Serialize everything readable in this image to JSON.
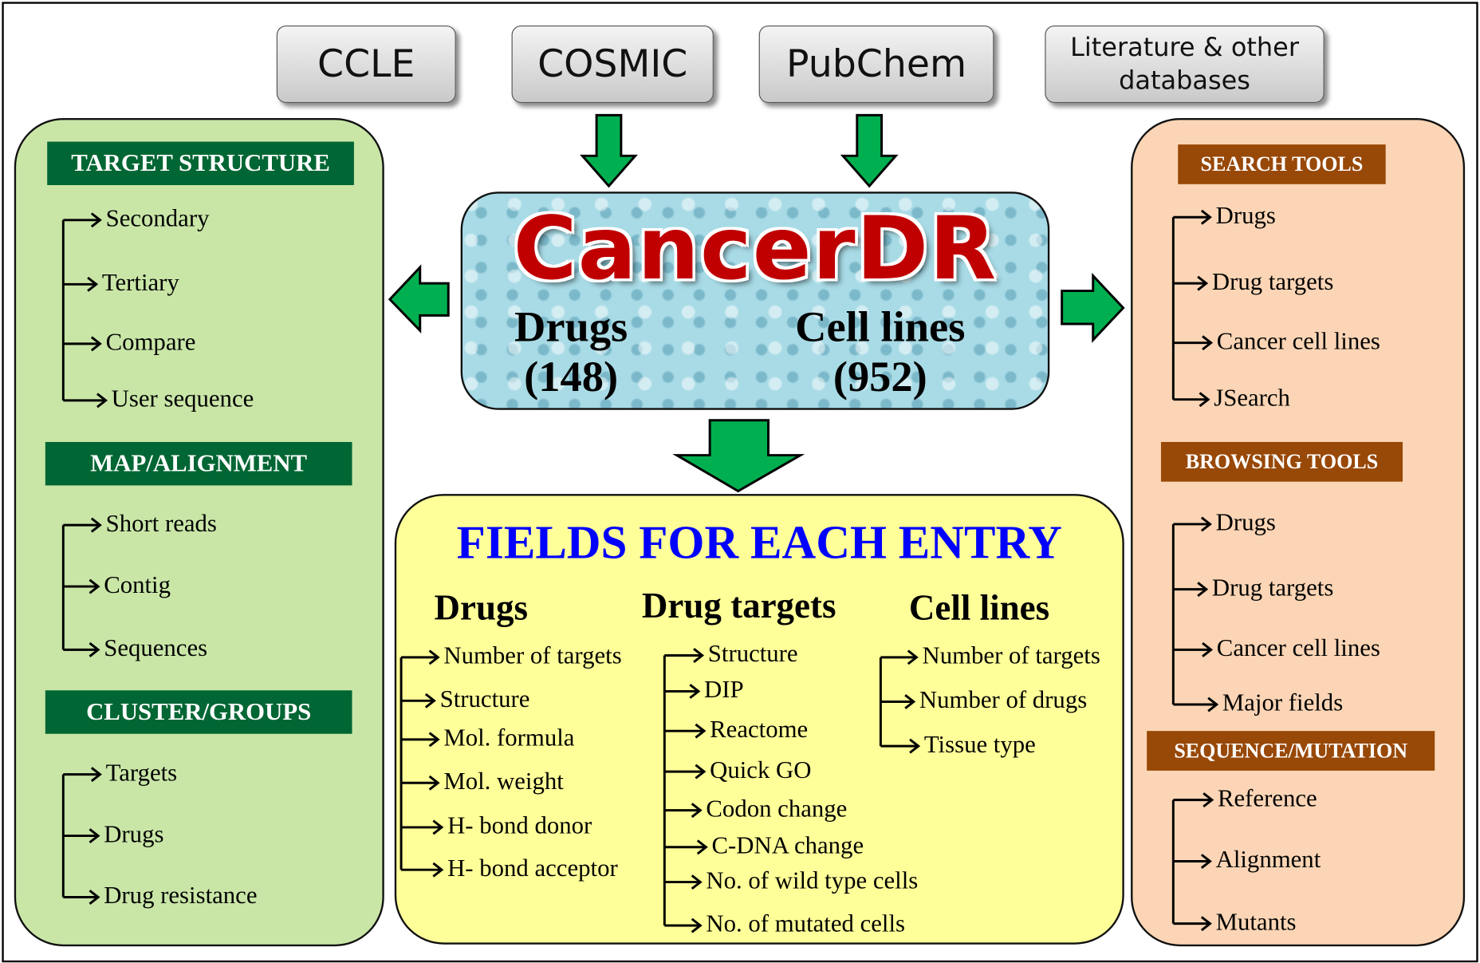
{
  "sources": [
    "CCLE",
    "COSMIC",
    "PubChem",
    "Literature & other databases"
  ],
  "center": {
    "title": "CancerDR",
    "drugs_label": "Drugs",
    "drugs_count": "(148)",
    "cells_label": "Cell lines",
    "cells_count": "(952)"
  },
  "left": {
    "target_structure": {
      "title": "TARGET STRUCTURE",
      "items": [
        "Secondary",
        "Tertiary",
        "Compare",
        "User sequence"
      ]
    },
    "map_alignment": {
      "title": "MAP/ALIGNMENT",
      "items": [
        "Short reads",
        "Contig",
        "Sequences"
      ]
    },
    "cluster_groups": {
      "title": "CLUSTER/GROUPS",
      "items": [
        "Targets",
        "Drugs",
        "Drug resistance"
      ]
    }
  },
  "fields": {
    "title": "FIELDS FOR EACH ENTRY",
    "drugs": {
      "title": "Drugs",
      "items": [
        "Number of targets",
        "Structure",
        "Mol. formula",
        "Mol. weight",
        "H- bond donor",
        "H- bond acceptor"
      ]
    },
    "drug_targets": {
      "title": "Drug targets",
      "items": [
        "Structure",
        "DIP",
        "Reactome",
        "Quick GO",
        "Codon change",
        "C-DNA change",
        "No. of wild type cells",
        "No. of mutated cells"
      ]
    },
    "cell_lines": {
      "title": "Cell lines",
      "items": [
        "Number of targets",
        "Number of drugs",
        "Tissue type"
      ]
    }
  },
  "right": {
    "search_tools": {
      "title": "SEARCH TOOLS",
      "items": [
        "Drugs",
        "Drug targets",
        "Cancer cell lines",
        "JSearch"
      ]
    },
    "browsing_tools": {
      "title": "BROWSING TOOLS",
      "items": [
        "Drugs",
        "Drug targets",
        "Cancer cell lines",
        "Major fields"
      ]
    },
    "sequence_mutation": {
      "title": "SEQUENCE/MUTATION",
      "items": [
        "Reference",
        "Alignment",
        "Mutants"
      ]
    }
  },
  "colors": {
    "green_panel": "#c9e6a7",
    "yellow_panel": "#ffff99",
    "orange_panel": "#fbd5b5",
    "green_header": "#006633",
    "brown_header": "#984807",
    "arrow": "#00b050",
    "title_red": "#c00000",
    "fields_blue": "#0000ff"
  }
}
